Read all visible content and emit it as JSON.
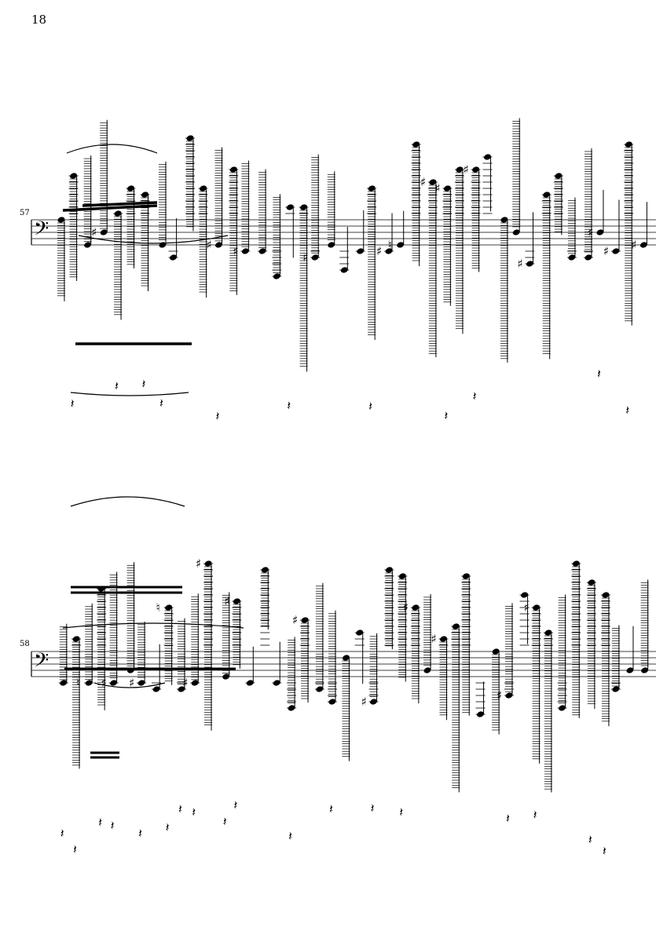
{
  "page": {
    "number": "18"
  },
  "systems": [
    {
      "measure_number": "57",
      "clef": "bass"
    },
    {
      "measure_number": "58",
      "clef": "bass"
    }
  ],
  "glyphs": {
    "sharp": "♯",
    "natural": "♮",
    "flat": "♭"
  }
}
